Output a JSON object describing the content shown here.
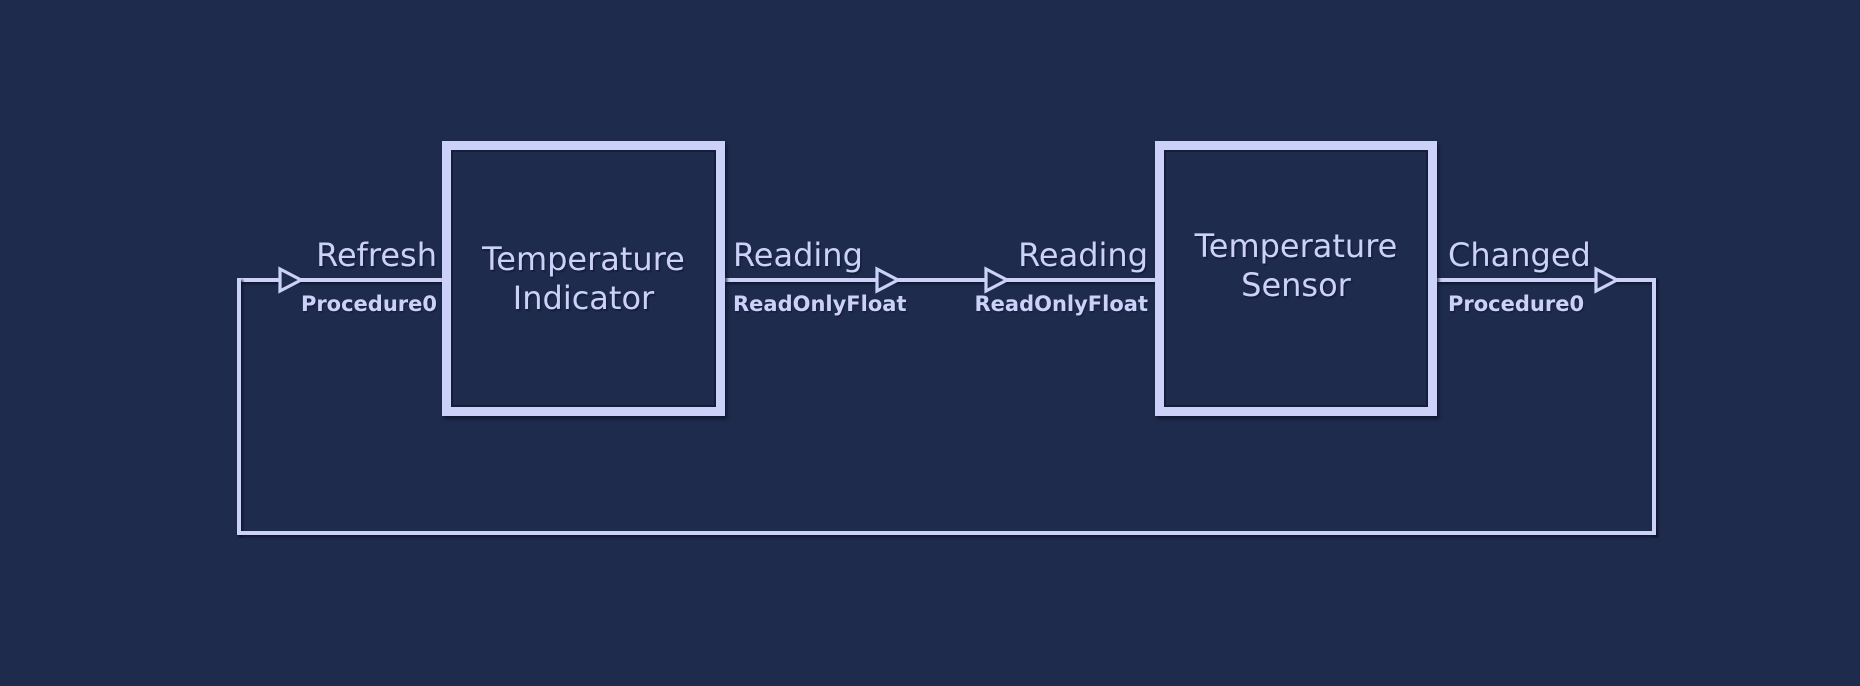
{
  "colors": {
    "background": "#1e2b4d",
    "accent": "#cbd1f9"
  },
  "components": [
    {
      "id": "temperature-indicator",
      "title_line1": "Temperature",
      "title_line2": "Indicator"
    },
    {
      "id": "temperature-sensor",
      "title_line1": "Temperature",
      "title_line2": "Sensor"
    }
  ],
  "ports": {
    "refresh": {
      "label": "Refresh",
      "type": "Procedure0"
    },
    "indicator_reading": {
      "label": "Reading",
      "type": "ReadOnlyFloat"
    },
    "sensor_reading": {
      "label": "Reading",
      "type": "ReadOnlyFloat"
    },
    "sensor_changed": {
      "label": "Changed",
      "type": "Procedure0"
    }
  }
}
